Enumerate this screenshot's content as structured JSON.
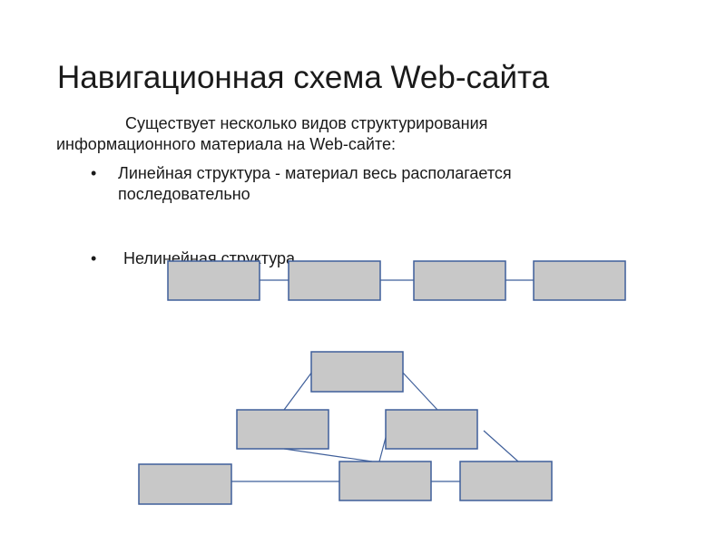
{
  "slide": {
    "title": "Навигационная схема Web-сайта",
    "intro_line1": "Существует несколько видов структурирования",
    "intro_line2": "информационного материала на Web-сайте:",
    "bullets": [
      {
        "marker": "•",
        "line1": "Линейная структура - материал весь располагается",
        "line2": "последовательно"
      },
      {
        "marker": "•",
        "line1": "Нелинейная структура"
      }
    ]
  },
  "colors": {
    "box_fill": "#c8c8c8",
    "box_stroke": "#3f5f9a",
    "connector": "#3f5f9a"
  }
}
